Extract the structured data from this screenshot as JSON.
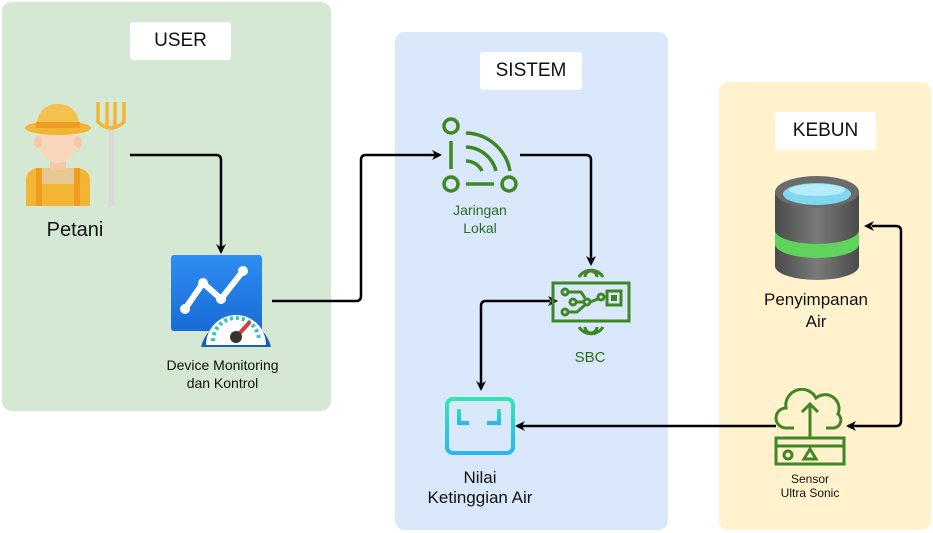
{
  "panels": {
    "user": {
      "title": "USER",
      "color": "#d5e8d4"
    },
    "sistem": {
      "title": "SISTEM",
      "color": "#dae8fc"
    },
    "kebun": {
      "title": "KEBUN",
      "color": "#fff2cc"
    }
  },
  "nodes": {
    "petani": {
      "label": "Petani",
      "icon": "farmer-icon"
    },
    "device": {
      "label_line1": "Device Monitoring",
      "label_line2": "dan Kontrol",
      "icon": "dashboard-icon"
    },
    "jaringan": {
      "label_line1": "Jaringan",
      "label_line2": "Lokal",
      "icon": "local-network-icon"
    },
    "sbc": {
      "label": "SBC",
      "icon": "circuit-board-icon"
    },
    "nilai": {
      "label_line1": "Nilai",
      "label_line2": "Ketinggian Air",
      "icon": "water-level-icon"
    },
    "penyimpanan": {
      "label_line1": "Penyimpanan",
      "label_line2": "Air",
      "icon": "storage-cylinder-icon"
    },
    "sensor": {
      "label_line1": "Sensor",
      "label_line2": "Ultra Sonic",
      "icon": "cloud-sensor-icon"
    }
  },
  "colors": {
    "accent_green": "#3f8624",
    "arrow": "#000000"
  }
}
